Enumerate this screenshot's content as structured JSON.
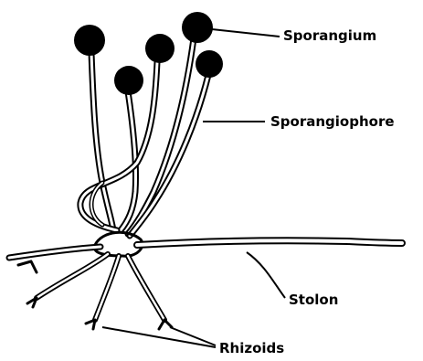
{
  "labels": {
    "sporangium": "Sporangium",
    "sporangiophore": "Sporangiophore",
    "stolon": "Stolon",
    "rhizoids": "Rhizoids"
  },
  "colors": {
    "ink": "#000000",
    "background": "#ffffff"
  }
}
